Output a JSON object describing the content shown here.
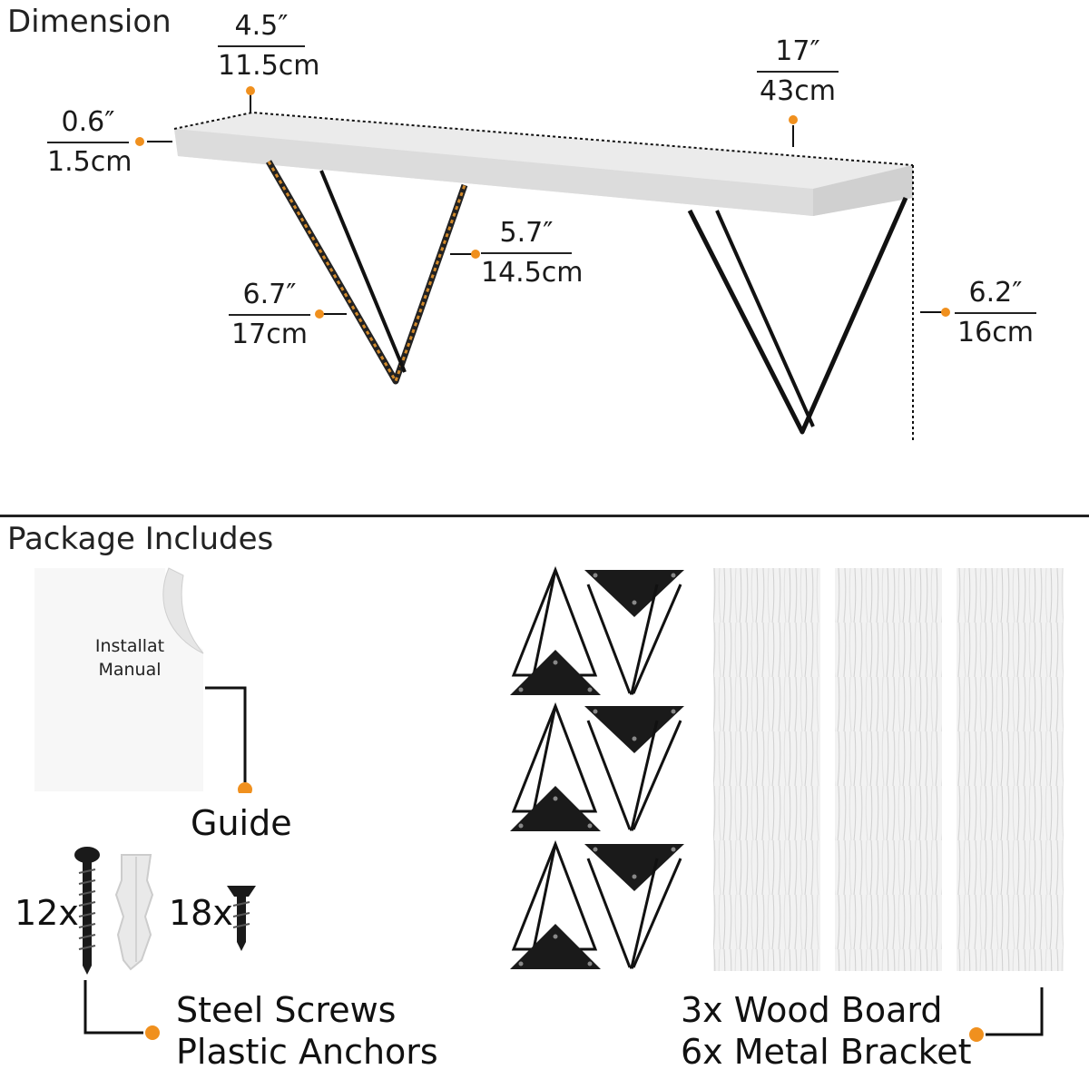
{
  "sections": {
    "dimension_title": "Dimension",
    "package_title": "Package Includes"
  },
  "dimensions": {
    "depth": {
      "inch": "4.5″",
      "cm": "11.5cm"
    },
    "length": {
      "inch": "17″",
      "cm": "43cm"
    },
    "thickness": {
      "inch": "0.6″",
      "cm": "1.5cm"
    },
    "bracket_depth": {
      "inch": "5.7″",
      "cm": "14.5cm"
    },
    "bracket_leg": {
      "inch": "6.7″",
      "cm": "17cm"
    },
    "height": {
      "inch": "6.2″",
      "cm": "16cm"
    }
  },
  "package": {
    "manual_line1": "Installat",
    "manual_line2": "Manual",
    "guide_label": "Guide",
    "screw_count": "12x",
    "small_screw_count": "18x",
    "hardware_line1": "Steel Screws",
    "hardware_line2": "Plastic Anchors",
    "parts_line1": "3x Wood Board",
    "parts_line2": "6x Metal Bracket"
  },
  "colors": {
    "accent_dot": "#f0901e",
    "shelf": "#e3e3e3",
    "metal": "#111111",
    "board": "#efefef"
  },
  "icons": [
    "shelf-illustration",
    "bracket-icon",
    "wood-board-icon",
    "screw-icon",
    "anchor-icon",
    "manual-icon"
  ]
}
